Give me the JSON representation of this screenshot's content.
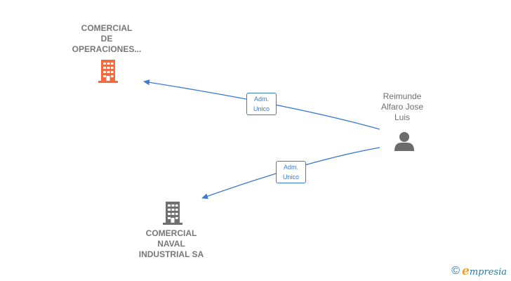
{
  "nodes": {
    "company_top": {
      "name_lines": [
        "COMERCIAL",
        "DE",
        "OPERACIONES..."
      ],
      "icon": "building-icon",
      "color": "#f26a3d"
    },
    "company_bottom": {
      "name_lines": [
        "COMERCIAL",
        "NAVAL",
        "INDUSTRIAL SA"
      ],
      "icon": "building-icon",
      "color": "#707070"
    },
    "person": {
      "name_lines": [
        "Reimunde",
        "Alfaro Jose",
        "Luis"
      ],
      "icon": "person-icon",
      "color": "#6b6b6b"
    }
  },
  "edges": [
    {
      "from": "person",
      "to": "company_top",
      "label_lines": [
        "Adm.",
        "Unico"
      ]
    },
    {
      "from": "person",
      "to": "company_bottom",
      "label_lines": [
        "Adm.",
        "Unico"
      ]
    }
  ],
  "edge_color": "#3a7ad1",
  "watermark": {
    "copyright_symbol": "©",
    "brand_initial": "e",
    "brand_rest": "mpresia",
    "icon": "copyright-icon"
  }
}
